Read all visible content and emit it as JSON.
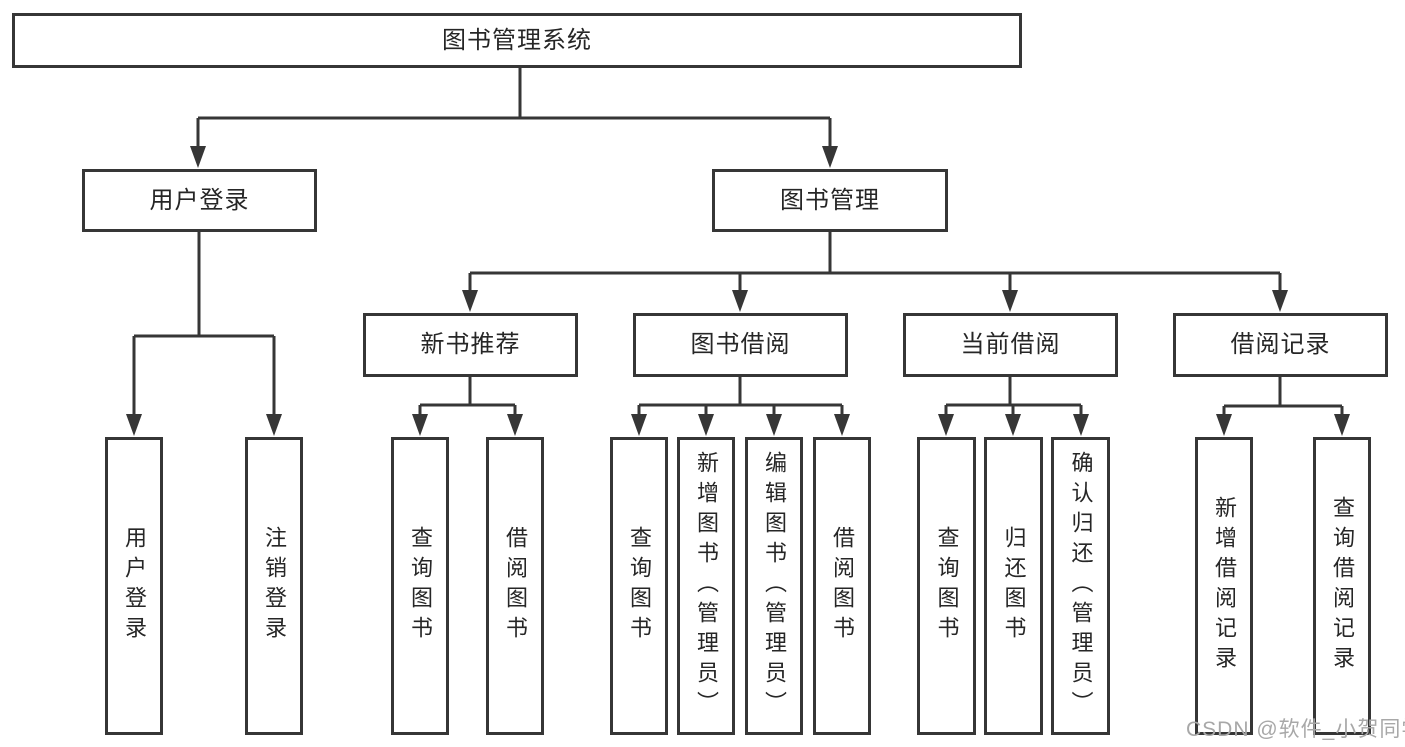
{
  "tree": {
    "root": "图书管理系统",
    "branches": [
      {
        "label": "用户登录",
        "children": [
          {
            "label": "用户登录"
          },
          {
            "label": "注销登录"
          }
        ]
      },
      {
        "label": "图书管理",
        "children": [
          {
            "label": "新书推荐",
            "children": [
              {
                "label": "查询图书"
              },
              {
                "label": "借阅图书"
              }
            ]
          },
          {
            "label": "图书借阅",
            "children": [
              {
                "label": "查询图书"
              },
              {
                "label": "新增图书（管理员）"
              },
              {
                "label": "编辑图书（管理员）"
              },
              {
                "label": "借阅图书"
              }
            ]
          },
          {
            "label": "当前借阅",
            "children": [
              {
                "label": "查询图书"
              },
              {
                "label": "归还图书"
              },
              {
                "label": "确认归还（管理员）"
              }
            ]
          },
          {
            "label": "借阅记录",
            "children": [
              {
                "label": "新增借阅记录"
              },
              {
                "label": "查询借阅记录"
              }
            ]
          }
        ]
      }
    ]
  },
  "watermark": "CSDN @软件_小贺同学",
  "colors": {
    "line": "#363636",
    "text": "#262626",
    "watermark": "#a8a8a8",
    "background": "#ffffff"
  }
}
